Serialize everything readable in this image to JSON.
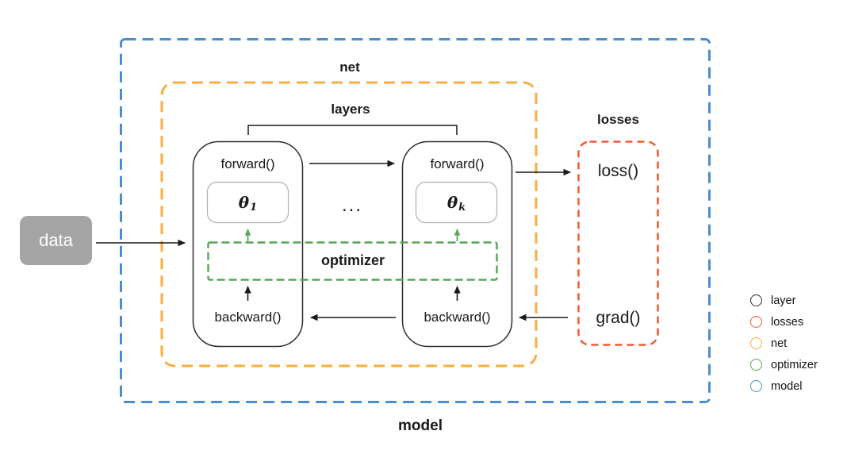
{
  "diagram": {
    "data_label": "data",
    "model_label": "model",
    "net_label": "net",
    "layers_label": "layers",
    "losses_label": "losses",
    "optimizer_label": "optimizer",
    "dots": "...",
    "layer_nodes": [
      {
        "forward_label": "forward()",
        "backward_label": "backward()",
        "param": {
          "symbol": "θ",
          "sub": "1"
        }
      },
      {
        "forward_label": "forward()",
        "backward_label": "backward()",
        "param": {
          "symbol": "θ",
          "sub": "k"
        }
      }
    ],
    "loss_functions": {
      "loss_label": "loss()",
      "grad_label": "grad()"
    }
  },
  "legend": {
    "items": [
      {
        "label": "layer",
        "color": "#2b2b2b"
      },
      {
        "label": "losses",
        "color": "#f15a30"
      },
      {
        "label": "net",
        "color": "#fbad41"
      },
      {
        "label": "optimizer",
        "color": "#55a555"
      },
      {
        "label": "model",
        "color": "#4a8fcb"
      }
    ]
  },
  "colors": {
    "layer_border": "#2b2b2b",
    "losses_border": "#f15a30",
    "net_border": "#fbad41",
    "optimizer_border": "#55a555",
    "model_border": "#4a8fcb",
    "data_fill": "#a5a5a5",
    "param_box_border": "#b0b0b0",
    "arrow_black": "#1a1a1a"
  }
}
